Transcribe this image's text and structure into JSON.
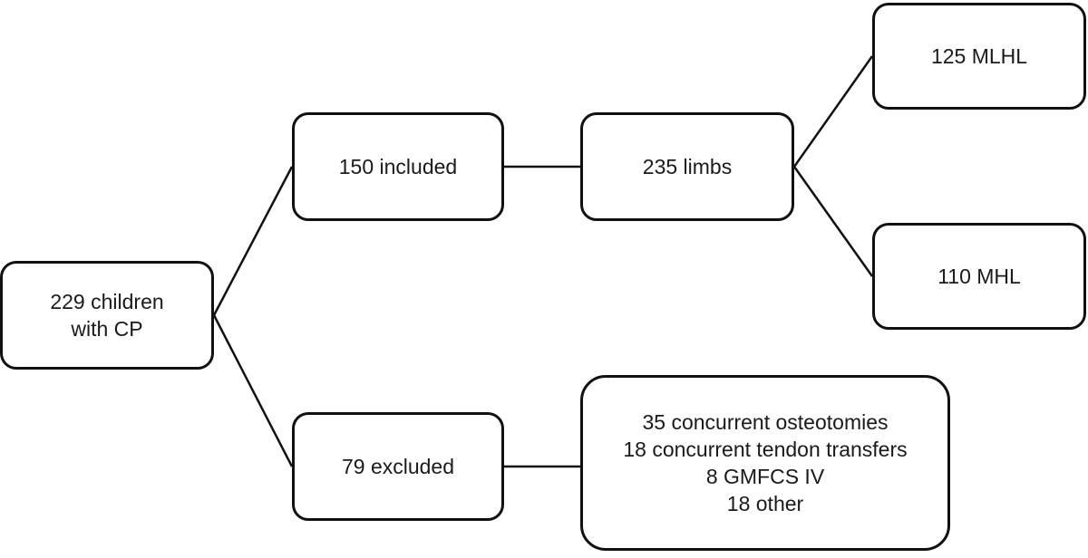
{
  "diagram": {
    "root": {
      "lines": [
        "229 children",
        "with CP"
      ]
    },
    "included": {
      "label": "150 included"
    },
    "excluded": {
      "label": "79 excluded"
    },
    "limbs": {
      "label": "235 limbs"
    },
    "mlhl": {
      "label": "125 MLHL"
    },
    "mhl": {
      "label": "110 MHL"
    },
    "exclusion_reasons": {
      "lines": [
        "35 concurrent osteotomies",
        "18 concurrent tendon transfers",
        "8 GMFCS IV",
        "18 other"
      ]
    },
    "edges": [
      {
        "from": "root",
        "to": "included"
      },
      {
        "from": "root",
        "to": "excluded"
      },
      {
        "from": "included",
        "to": "limbs"
      },
      {
        "from": "limbs",
        "to": "mlhl"
      },
      {
        "from": "limbs",
        "to": "mhl"
      },
      {
        "from": "excluded",
        "to": "exclusion_reasons"
      }
    ],
    "colors": {
      "stroke": "#111111",
      "text": "#1a1a1a",
      "background": "#ffffff"
    }
  }
}
